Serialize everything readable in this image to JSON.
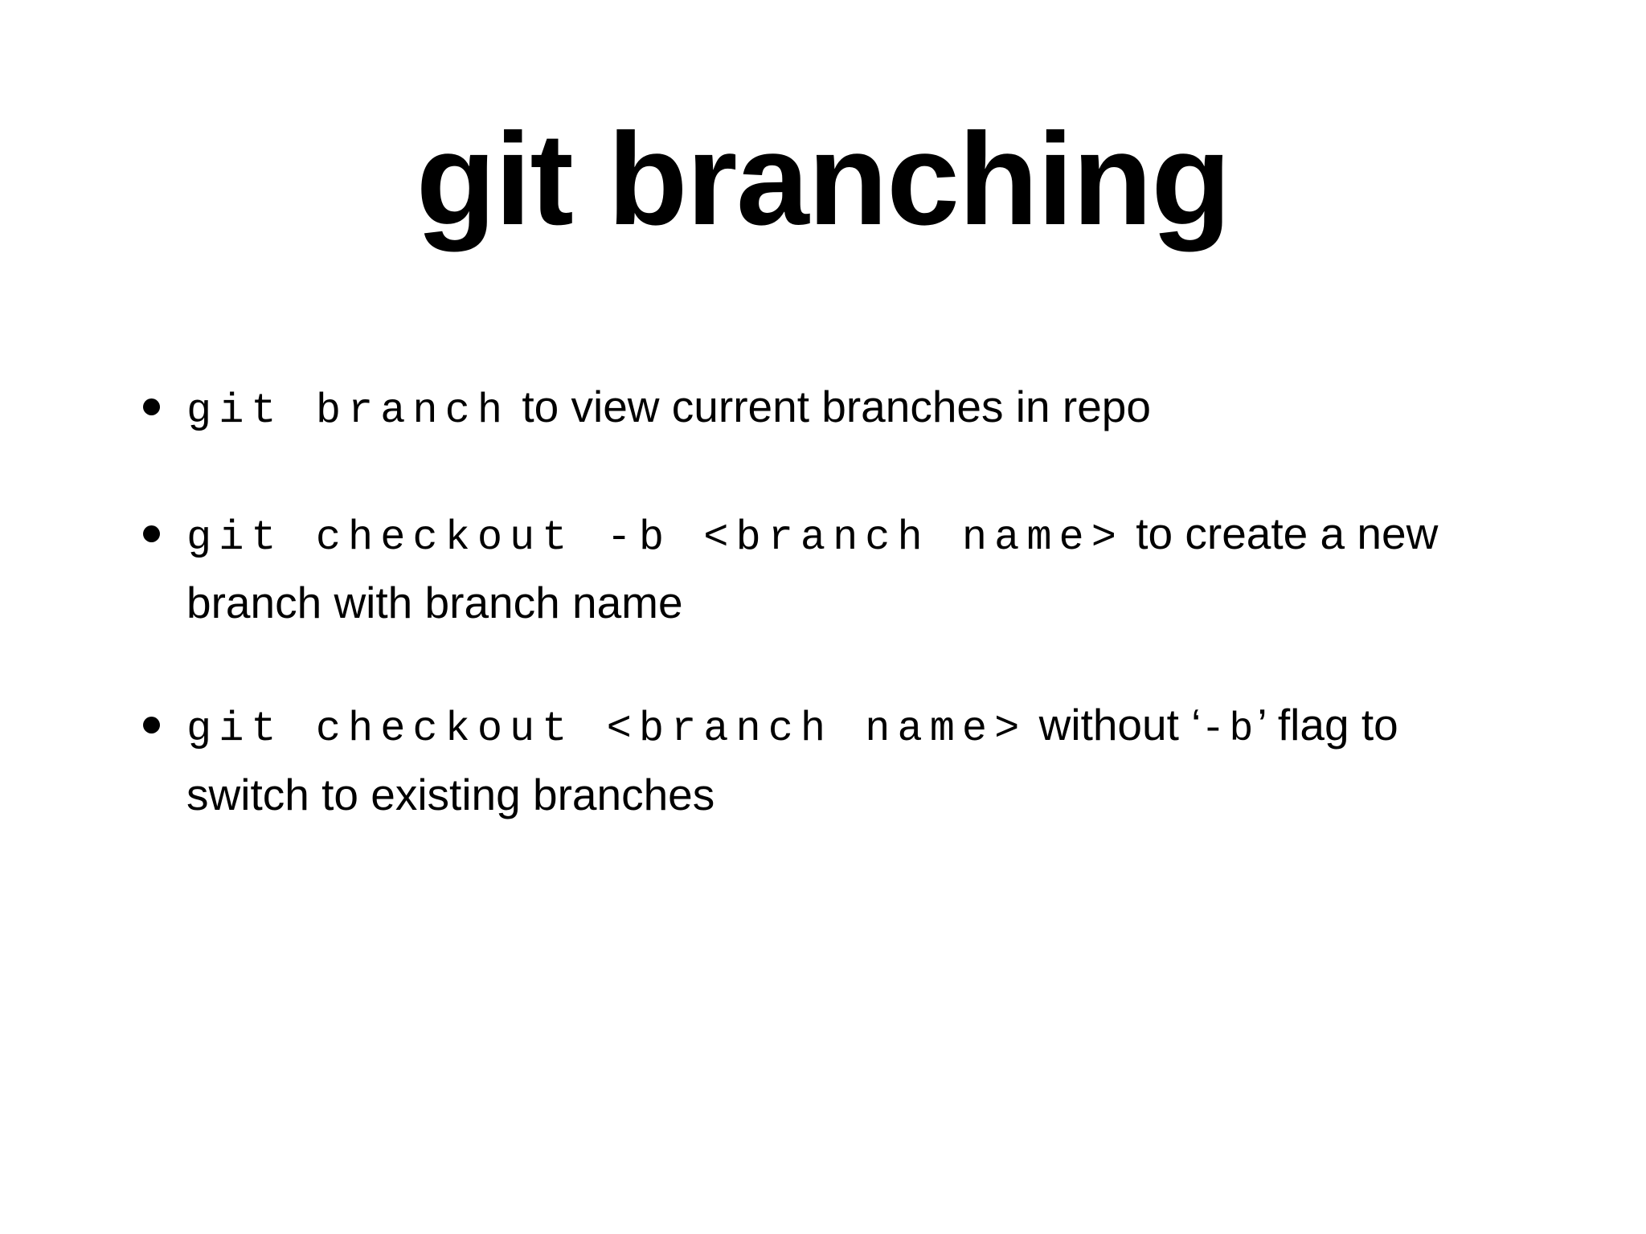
{
  "slide": {
    "background_color": "#ffffff",
    "text_color": "#000000",
    "title": "git branching",
    "bullets": [
      {
        "marker": "bullet-dot",
        "code": "git branch",
        "prose": " to view current branches in repo",
        "full_text": "git branch to view current branches in repo"
      },
      {
        "marker": "bullet-dot",
        "code": "git checkout -b <branch name>",
        "prose": " to create a new branch with branch name",
        "full_text": "git checkout -b <branch name> to create a new branch with branch name"
      },
      {
        "marker": "bullet-dot",
        "code": "git checkout <branch name>",
        "prose_before": " without ‘",
        "inline_code": "-b",
        "prose_after": "’ flag to switch to existing branches",
        "full_text": "git checkout <branch name> without ‘-b’ flag to switch to existing branches"
      }
    ]
  }
}
